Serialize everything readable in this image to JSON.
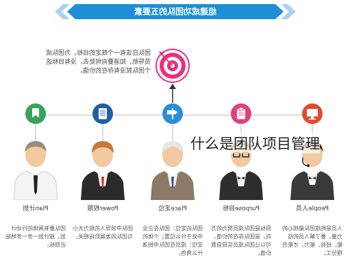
{
  "banner": {
    "title": "组建成功团队的五要素"
  },
  "intro": {
    "text": "团队应该有一个既定的目标，为团队成员导航，知道要向何处去。没有目标这个团队就没有存在的价值。"
  },
  "colors": {
    "primary_blue": "#1c8fd6",
    "target_pink": "#e8317a",
    "icon_green": "#3aa35a",
    "icon_blue_dark": "#1f5fa8",
    "icon_blue_light": "#2a8fd8",
    "icon_pink": "#e0407f",
    "icon_red": "#e04a2e"
  },
  "columns": [
    {
      "icon": "flag-icon",
      "label": "Plan计划",
      "text": "团队要有具体的行动计划，按计划一步一步地贴近目标。"
    },
    {
      "icon": "tablet-icon",
      "label": "Power权限",
      "text": "团队中领导人的权力大小与团队的发展阶段相关。"
    },
    {
      "icon": "signpost-icon",
      "label": "Place定位",
      "text": "团队的定位：团队在企业中处于什么位置；个体的定位：成员在团队中扮演什么角色。"
    },
    {
      "icon": "clipboard-icon",
      "label": "Purpose目标",
      "text": "目标是团队成员努力的方向，是团队存在的价值，可以让团队成员实现自我价值。"
    },
    {
      "icon": "monitor-icon",
      "label": "People人员",
      "text": "人员是构成团队最核心的力量，要了解人员的技能、经验、能力，才能合理分工。"
    }
  ],
  "overlay": {
    "caption": "什么是团队项目管理"
  }
}
